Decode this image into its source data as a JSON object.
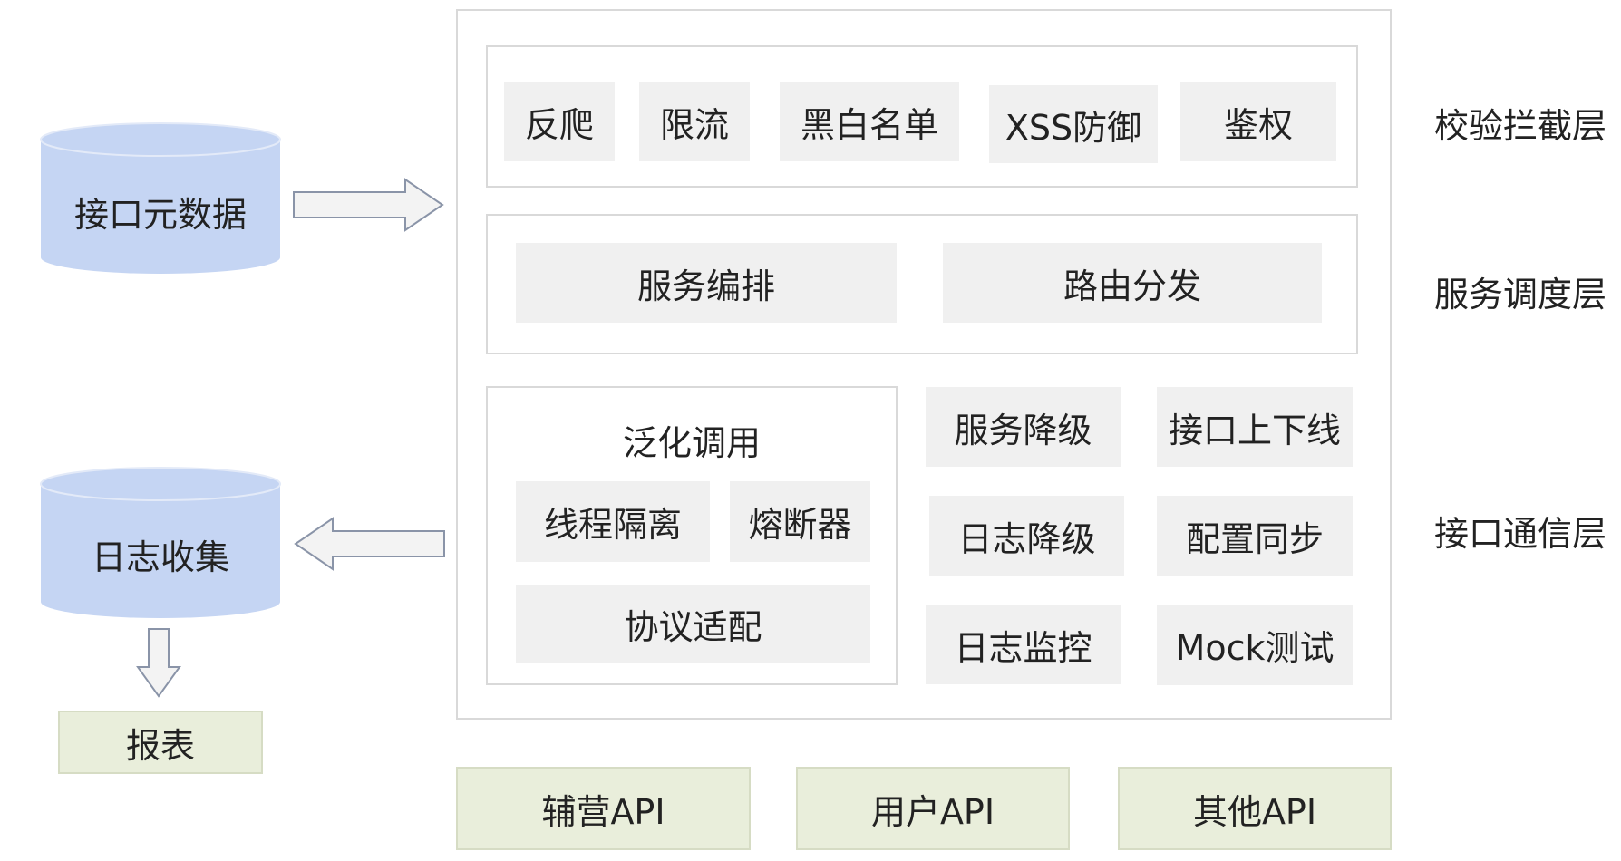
{
  "left": {
    "metadata_db": "接口元数据",
    "log_db": "日志收集",
    "report": "报表"
  },
  "layers": {
    "validation": {
      "label": "校验拦截层",
      "items": [
        "反爬",
        "限流",
        "黑白名单",
        "XSS防御",
        "鉴权"
      ]
    },
    "scheduling": {
      "label": "服务调度层",
      "items": [
        "服务编排",
        "路由分发"
      ]
    },
    "communication": {
      "label": "接口通信层",
      "generic": {
        "title": "泛化调用",
        "items": [
          "线程隔离",
          "熔断器",
          "协议适配"
        ]
      },
      "items": [
        "服务降级",
        "接口上下线",
        "日志降级",
        "配置同步",
        "日志监控",
        "Mock测试"
      ]
    }
  },
  "apis": [
    "辅营API",
    "用户API",
    "其他API"
  ],
  "colors": {
    "cylinder": "#c5d5f3",
    "module_fill": "#f0f0f0",
    "api_fill": "#e9eedb",
    "border": "#d9d9d9"
  }
}
